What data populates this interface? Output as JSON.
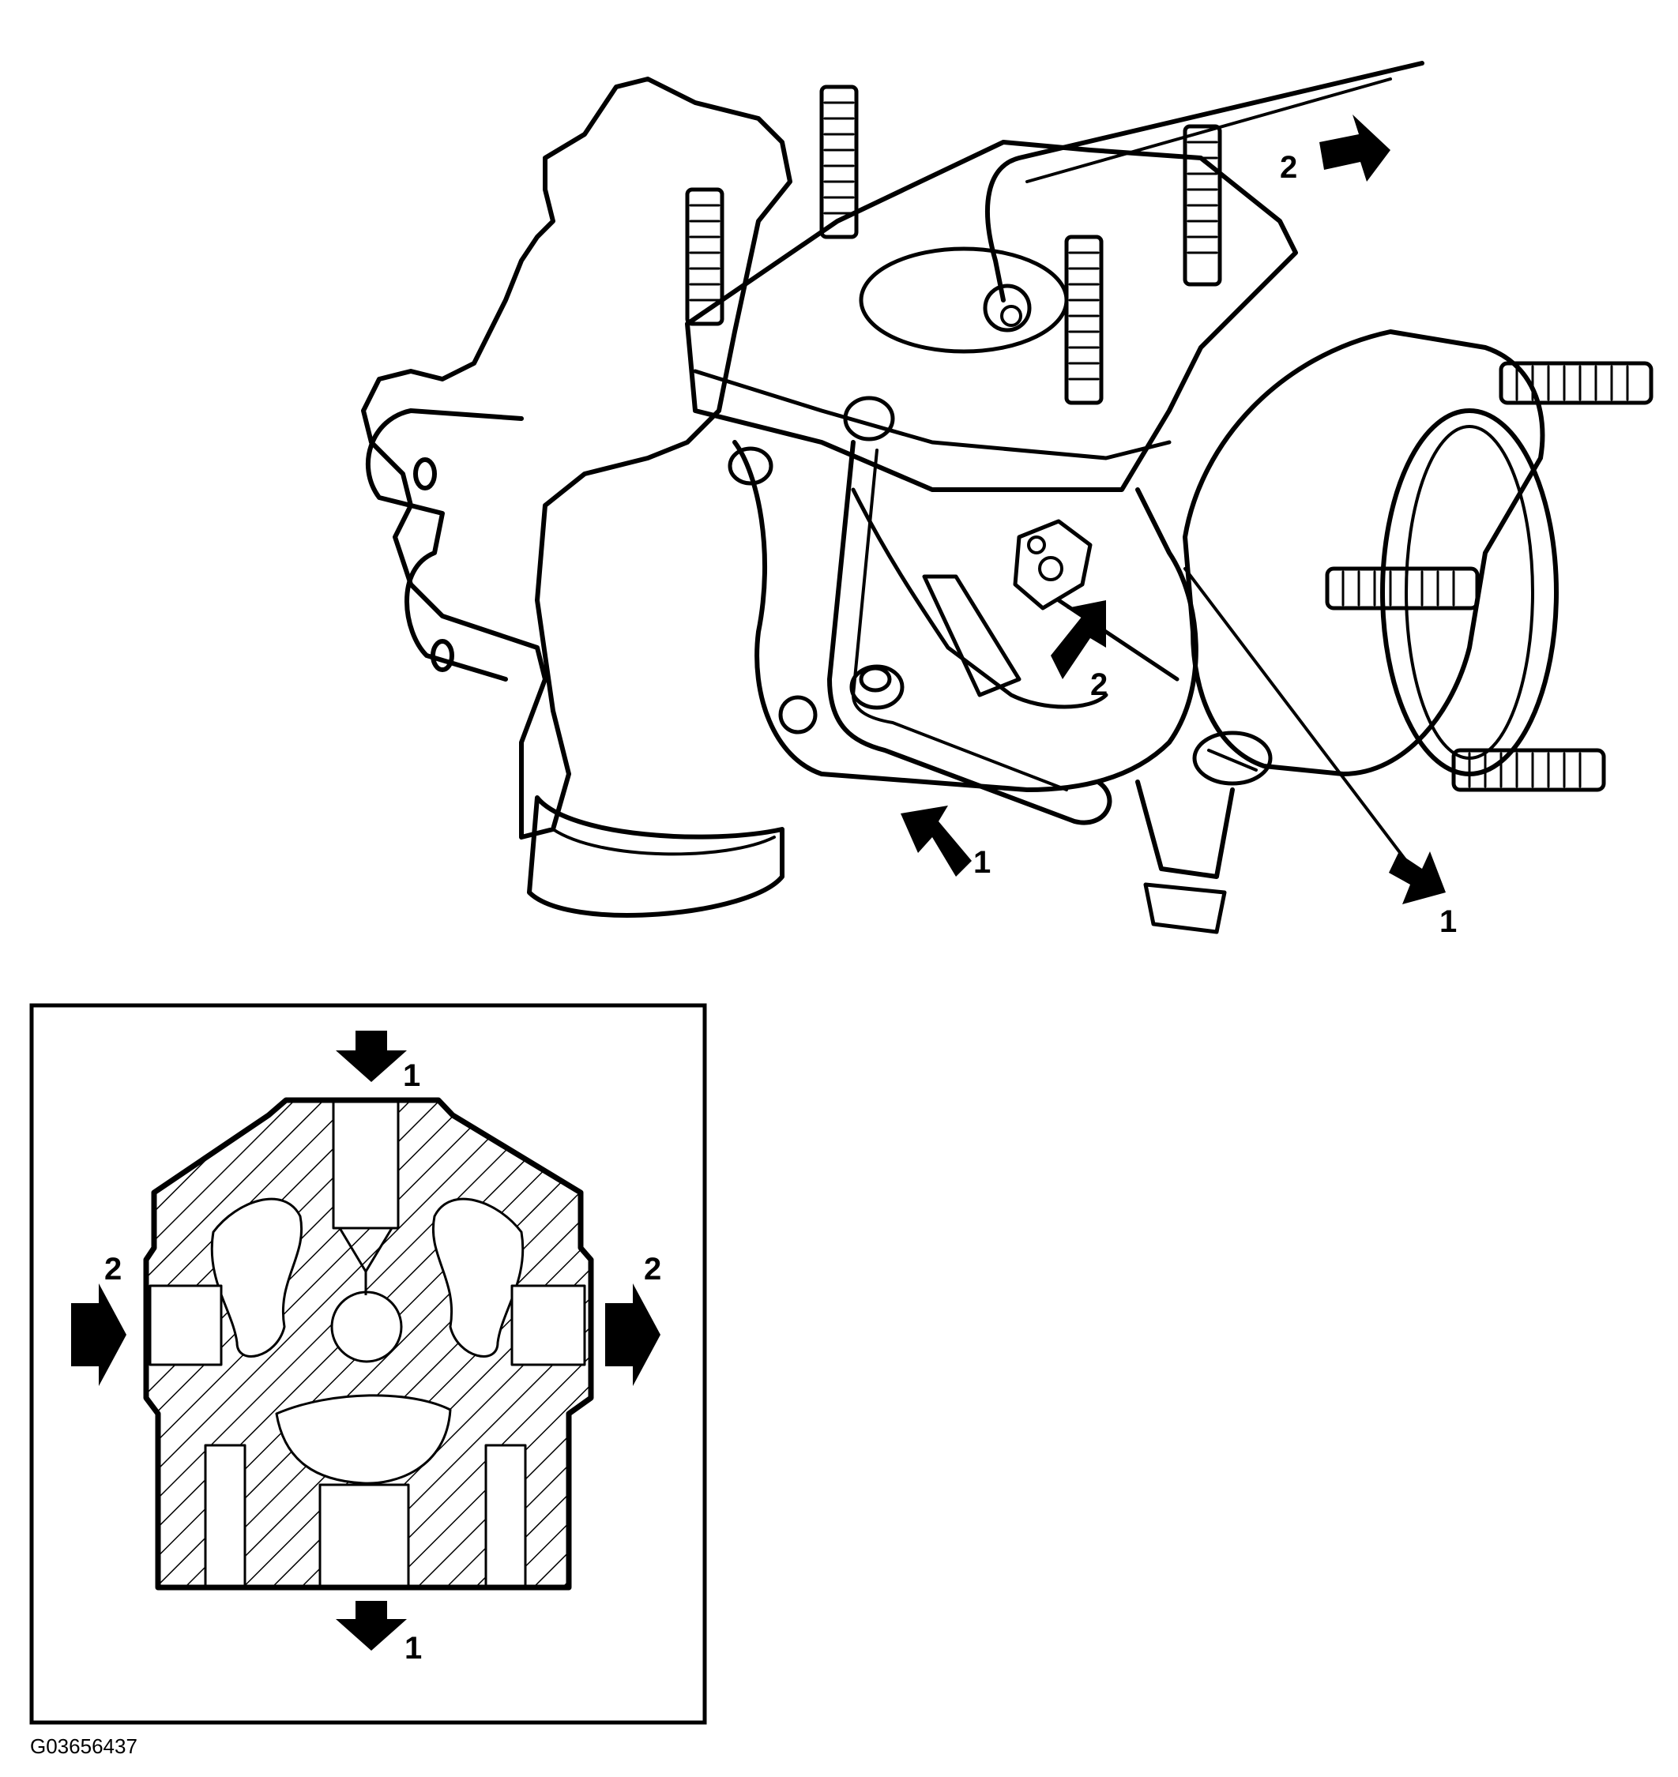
{
  "figure_id": "G03656437",
  "callouts": {
    "top_right_2": "2",
    "mid_2": "2",
    "lower_left_1": "1",
    "lower_right_1": "1",
    "inset_top_1": "1",
    "inset_left_2": "2",
    "inset_right_2": "2",
    "inset_bottom_1": "1"
  },
  "colors": {
    "ink": "#000000",
    "paper": "#ffffff"
  }
}
